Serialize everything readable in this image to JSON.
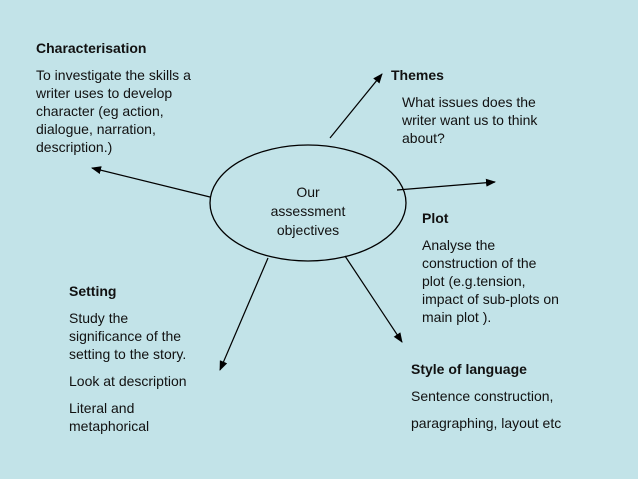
{
  "center": {
    "lines": [
      "Our",
      "assessment",
      "objectives"
    ]
  },
  "characterisation": {
    "heading": "Characterisation",
    "lines": [
      "To investigate the skills a",
      "writer uses to develop",
      "character (eg action,",
      "dialogue, narration,",
      "description.)"
    ]
  },
  "themes": {
    "heading": "Themes",
    "lines": [
      "What issues does the",
      "writer want us to think",
      "about?"
    ]
  },
  "plot": {
    "heading": "Plot",
    "lines": [
      "Analyse the",
      "construction of the",
      "plot (e.g.tension,",
      "impact of sub-plots on",
      "main plot )."
    ]
  },
  "setting": {
    "heading": "Setting",
    "lines1": [
      "Study the",
      "significance of the",
      "setting to the story."
    ],
    "lines2": [
      "Look at description"
    ],
    "lines3": [
      "Literal and",
      "metaphorical"
    ]
  },
  "style": {
    "heading": "Style of language",
    "lines1": [
      "Sentence construction,"
    ],
    "lines2": [
      "paragraphing, layout etc"
    ]
  },
  "colors": {
    "background": "#c2e3e8",
    "stroke": "#000000"
  }
}
